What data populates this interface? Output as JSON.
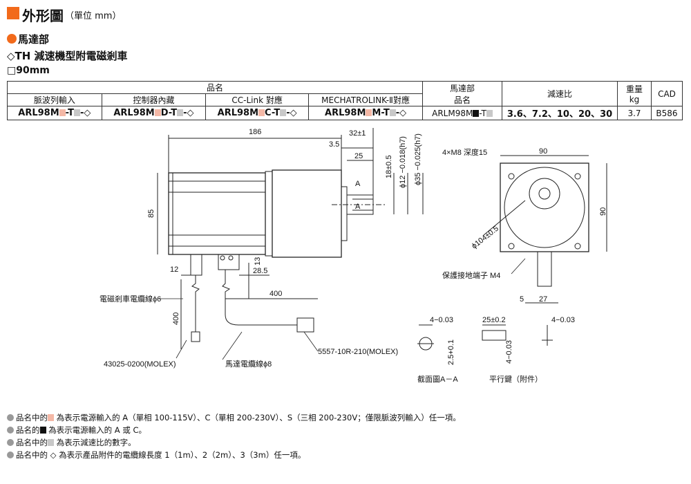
{
  "header": {
    "title": "外形圖",
    "unit": "（單位 mm）",
    "section": "馬達部",
    "series": "◇TH 減速機型附電磁剎車",
    "size": "□90mm"
  },
  "table": {
    "group_header": "品名",
    "col_pulse": "脈波列輸入",
    "col_builtin": "控制器內藏",
    "col_cclink": "CC-Link 對應",
    "col_mechatro": "MECHATROLINK-Ⅱ對應",
    "col_motor_h1": "馬達部",
    "col_motor_h2": "品名",
    "col_ratio": "減速比",
    "col_weight_h1": "重量",
    "col_weight_h2": "kg",
    "col_cad": "CAD",
    "pulse_a": "ARL98M",
    "pulse_b": "-T",
    "pulse_c": "-◇",
    "builtin_a": "ARL98M",
    "builtin_b": "D-T",
    "builtin_c": "-◇",
    "cclink_a": "ARL98M",
    "cclink_b": "C-T",
    "cclink_c": "-◇",
    "mechatro_a": "ARL98M",
    "mechatro_b": "M-T",
    "mechatro_c": "-◇",
    "motor_a": "ARLM98M",
    "motor_b": "-T",
    "ratio": "3.6、7.2、10、20、30",
    "weight": "3.7",
    "cad": "B586"
  },
  "dims": {
    "d186": "186",
    "d32": "32±1",
    "d35": "3.5",
    "d25": "25",
    "d18": "18±0.5",
    "d12": "ϕ12 −0.018(h7)",
    "d35h7": "ϕ35 −0.025(h7)",
    "d85": "85",
    "d12b": "12",
    "d13": "13",
    "d285": "28.5",
    "d400a": "400",
    "d400b": "400",
    "m8": "4×M8 深度15",
    "d90a": "90",
    "d90b": "90",
    "d104": "ϕ104±0.5",
    "d5": "5",
    "d27": "27",
    "pointA": "A",
    "pointA2": "A"
  },
  "labels": {
    "brake_cable": "電磁剎車電纜線ϕ6",
    "connector1": "43025-0200(MOLEX)",
    "motor_cable": "馬達電纜線ϕ8",
    "connector2": "5557-10R-210(MOLEX)",
    "ground": "保護接地端子 M4",
    "section_a": "截面圖A－A",
    "key": "平行鍵（附件）",
    "k1": "4−0.03",
    "k2": "25±0.2",
    "k3": "4−0.03",
    "k4": "2.5+0.1",
    "k5": "4−0.03"
  },
  "notes": [
    {
      "pre": "品名中的",
      "mark": "pink",
      "text": "為表示電源輸入的 A（單相 100-115V）、C（單相 200-230V）、S（三相 200-230V；僅限脈波列輸入）任一項。"
    },
    {
      "pre": "品名的",
      "mark": "black",
      "text": "為表示電源輸入的 A 或 C。"
    },
    {
      "pre": "品名中的",
      "mark": "gray",
      "text": "為表示減速比的數字。"
    },
    {
      "pre": "品名中的",
      "mark": "none",
      "text": "◇ 為表示產品附件的電纜線長度 1（1m）、2（2m）、3（3m）任一項。"
    }
  ]
}
